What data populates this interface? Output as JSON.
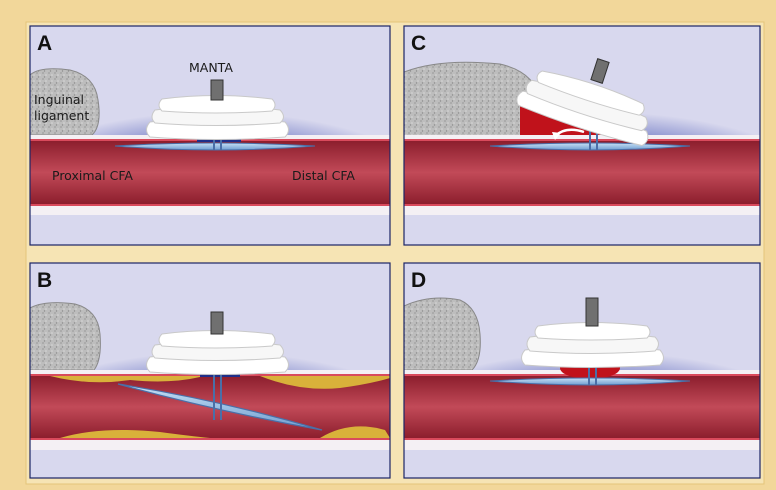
{
  "figure": {
    "panels": [
      {
        "id": "A",
        "label": "A",
        "device_text": "MANTA",
        "ligament_text_line1": "Inguinal",
        "ligament_text_line2": "ligament",
        "proximal_text": "Proximal CFA",
        "distal_text": "Distal CFA"
      },
      {
        "id": "B",
        "label": "B"
      },
      {
        "id": "C",
        "label": "C"
      },
      {
        "id": "D",
        "label": "D"
      }
    ]
  },
  "colors": {
    "frame": "#f2d79a",
    "tissue_light": "#d8d8ee",
    "tissue_dark": "#1f2f8a",
    "vessel_wall": "#f7e6ea",
    "vessel_red": "#b23a48",
    "blood_dark": "#c0121b",
    "footplate": "#9cc3e6",
    "plaque": "#d9b13a",
    "ligament": "#bdbdbd",
    "collagen": "#ffffff"
  }
}
